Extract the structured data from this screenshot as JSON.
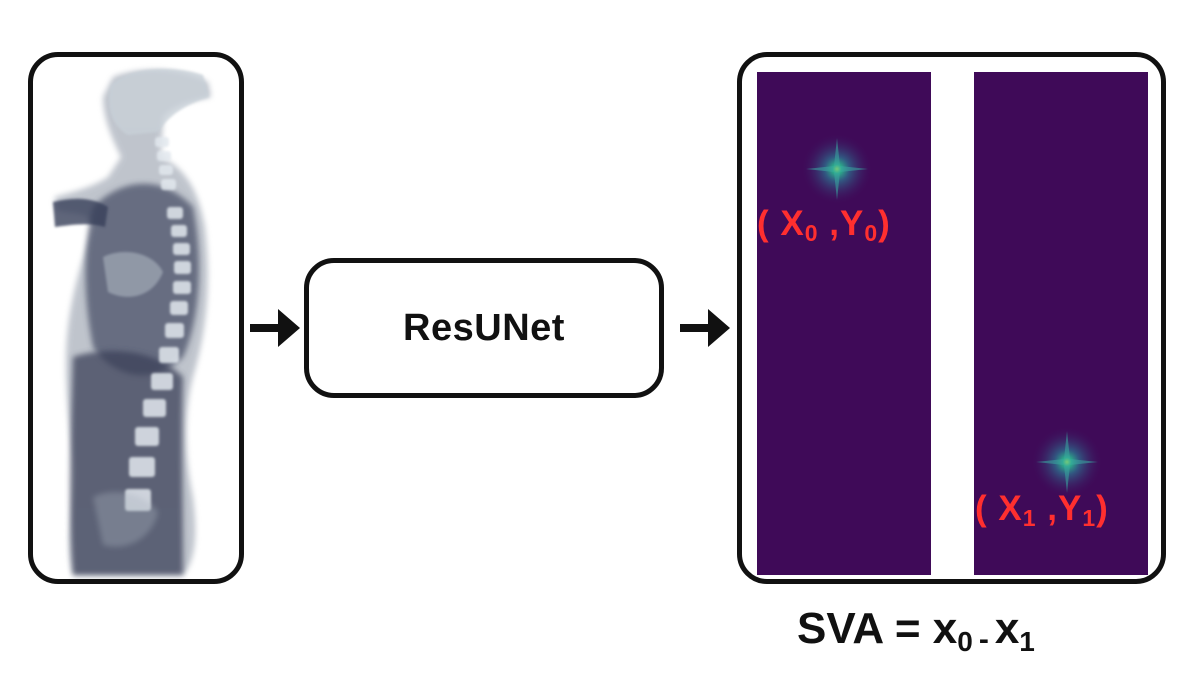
{
  "model": {
    "label": "ResUNet"
  },
  "keypoints": [
    {
      "var_x": "X",
      "var_y": "Y",
      "index": "0"
    },
    {
      "var_x": "X",
      "var_y": "Y",
      "index": "1"
    }
  ],
  "formula": {
    "lhs": "SVA",
    "eq": "=",
    "term1": "x",
    "sub1": "0",
    "op": "-",
    "term2": "x",
    "sub2": "1"
  },
  "colors": {
    "heatmap_bg": "#3f0a58",
    "keypoint_label": "#ff2f2f",
    "border": "#111111"
  }
}
